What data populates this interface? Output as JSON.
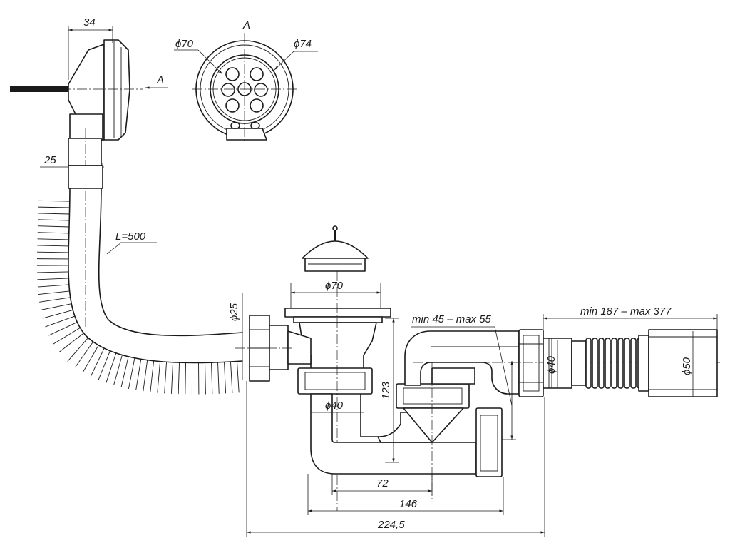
{
  "dimensions": {
    "overflow_width": "34",
    "overflow_pipe_dia": "25",
    "hose_length": "L=500",
    "view_label": "A",
    "view_arrow_label": "A",
    "grid_dia_inner": "ϕ70",
    "grid_dia_outer": "ϕ74",
    "plug_dia": "ϕ70",
    "inlet_dia": "ϕ25",
    "outlet_dia_40": "ϕ40",
    "outlet_dia_50": "ϕ50",
    "trap_dia_40": "ϕ40",
    "height_123": "123",
    "seal_range": "min 45 – max 55",
    "extension_range": "min 187 – max 377",
    "len_72": "72",
    "len_146": "146",
    "len_total": "224,5"
  }
}
